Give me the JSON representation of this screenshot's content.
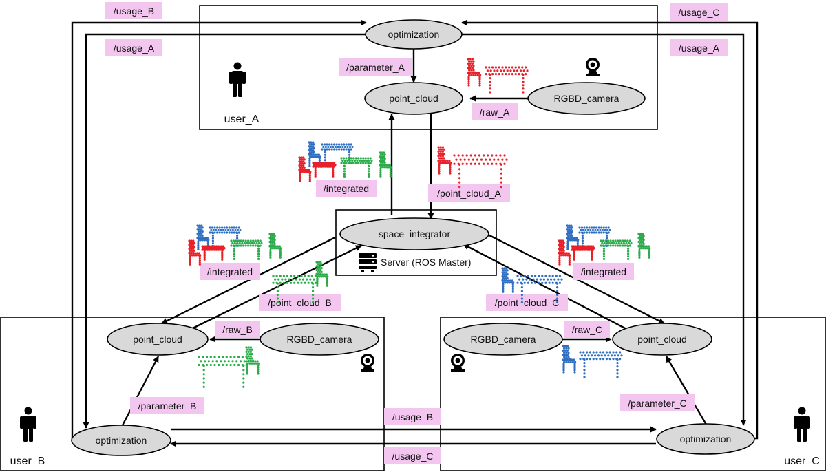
{
  "colors": {
    "node_fill": "#d9d9d9",
    "topic_fill": "#f2c6ee",
    "line": "#000000",
    "cloud_red": "#e8202a",
    "cloud_blue": "#2e6fc2",
    "cloud_green": "#2bab4a"
  },
  "nodes": {
    "opt_a": "optimization",
    "pc_a": "point_cloud",
    "cam_a": "RGBD_camera",
    "space": "space_integrator",
    "pc_b": "point_cloud",
    "cam_b": "RGBD_camera",
    "opt_b": "optimization",
    "pc_c": "point_cloud",
    "cam_c": "RGBD_camera",
    "opt_c": "optimization"
  },
  "users": {
    "a": "user_A",
    "b": "user_B",
    "c": "user_C"
  },
  "server_label": "Server (ROS Master)",
  "topics": {
    "usage_b_top": "/usage_B",
    "usage_a_left": "/usage_A",
    "usage_c_top": "/usage_C",
    "usage_a_right": "/usage_A",
    "parameter_a": "/parameter_A",
    "raw_a": "/raw_A",
    "integrated_a": "/integrated",
    "point_cloud_a": "/point_cloud_A",
    "integrated_b": "/integrated",
    "point_cloud_b": "/point_cloud_B",
    "integrated_c": "/integrated",
    "point_cloud_c": "/point_cloud_C",
    "raw_b": "/raw_B",
    "parameter_b": "/parameter_B",
    "raw_c": "/raw_C",
    "parameter_c": "/parameter_C",
    "usage_b_bottom": "/usage_B",
    "usage_c_bottom": "/usage_C"
  },
  "icons": [
    "person-icon",
    "webcam-icon",
    "server-icon",
    "point-cloud-icon"
  ]
}
